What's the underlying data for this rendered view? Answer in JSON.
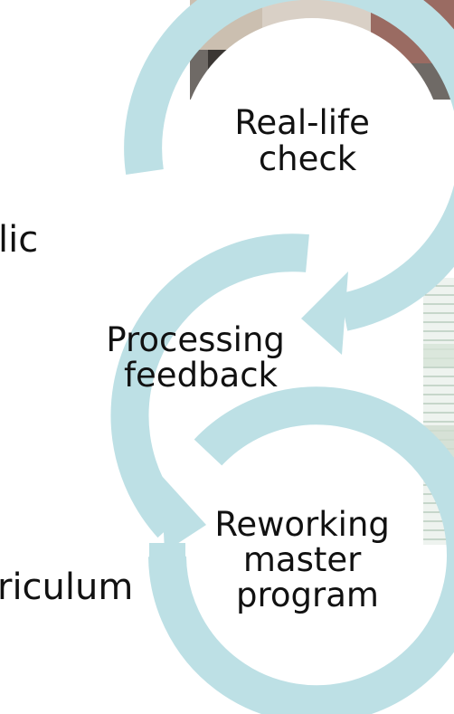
{
  "colors": {
    "arrow": "#bde0e5",
    "text": "#111111",
    "background": "#ffffff"
  },
  "nodes": {
    "real_life_check": {
      "line1": "Real-life",
      "line2": "check"
    },
    "processing_feedback": {
      "line1": "Processing",
      "line2": "feedback"
    },
    "reworking_master_program": {
      "line1": "Reworking",
      "line2": "master",
      "line3": "program"
    }
  },
  "edge_labels": {
    "left_top": "lic",
    "left_bottom": "riculum"
  },
  "photos": {
    "top": "meeting-photo",
    "right": "document-photo"
  }
}
